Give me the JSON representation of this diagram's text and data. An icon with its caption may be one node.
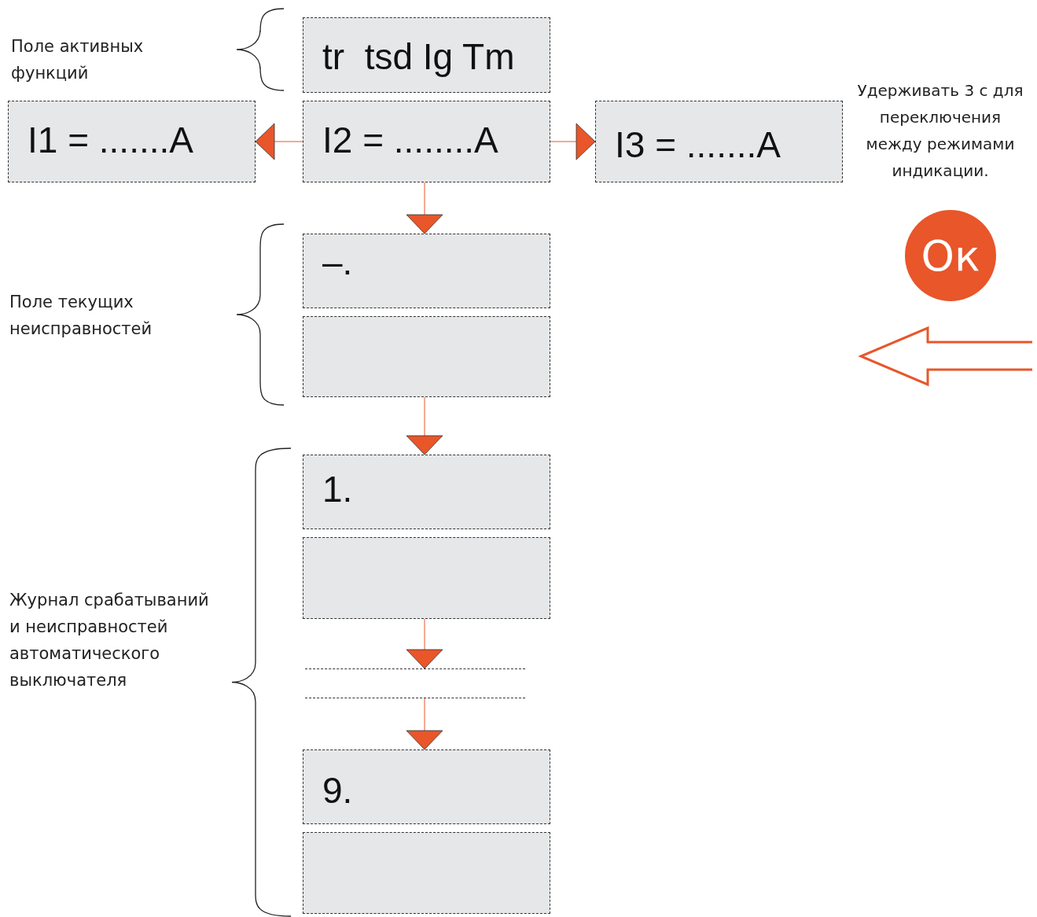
{
  "diagram": {
    "nodes": [
      {
        "text": [
          "tr  tsd Ig Tm"
        ]
      },
      {
        "text": [
          "I1 = .......A"
        ]
      },
      {
        "text": [
          "I2 = ........A"
        ]
      },
      {
        "text": [
          "I3 = .......A"
        ]
      },
      {
        "text": [
          "–."
        ]
      },
      {
        "text": [],
        "shape": "box"
      },
      {
        "text": [
          "1."
        ]
      },
      {
        "text": [],
        "shape": "box"
      },
      {
        "text": [],
        "shape": "box"
      },
      {
        "text": [
          "9."
        ]
      },
      {
        "text": [],
        "shape": "box"
      },
      {
        "text": [
          "Ок"
        ]
      }
    ],
    "edges": [
      {
        "from": 2,
        "to": 1,
        "arrow": "to"
      },
      {
        "from": 2,
        "to": 3,
        "arrow": "to"
      },
      {
        "from": 2,
        "to": 4,
        "arrow": "to"
      },
      {
        "from": 5,
        "to": 6,
        "arrow": "to"
      },
      {
        "from": 7,
        "to": 8,
        "arrow": "to"
      },
      {
        "from": 8,
        "to": 9,
        "arrow": "to"
      }
    ],
    "labels": [
      "Поле активных функций",
      "Удерживать 3 с для переключения между режимами индикации.",
      "Поле текущих неисправностей",
      "Журнал срабатываний и неисправностей автоматического выключателя"
    ]
  }
}
